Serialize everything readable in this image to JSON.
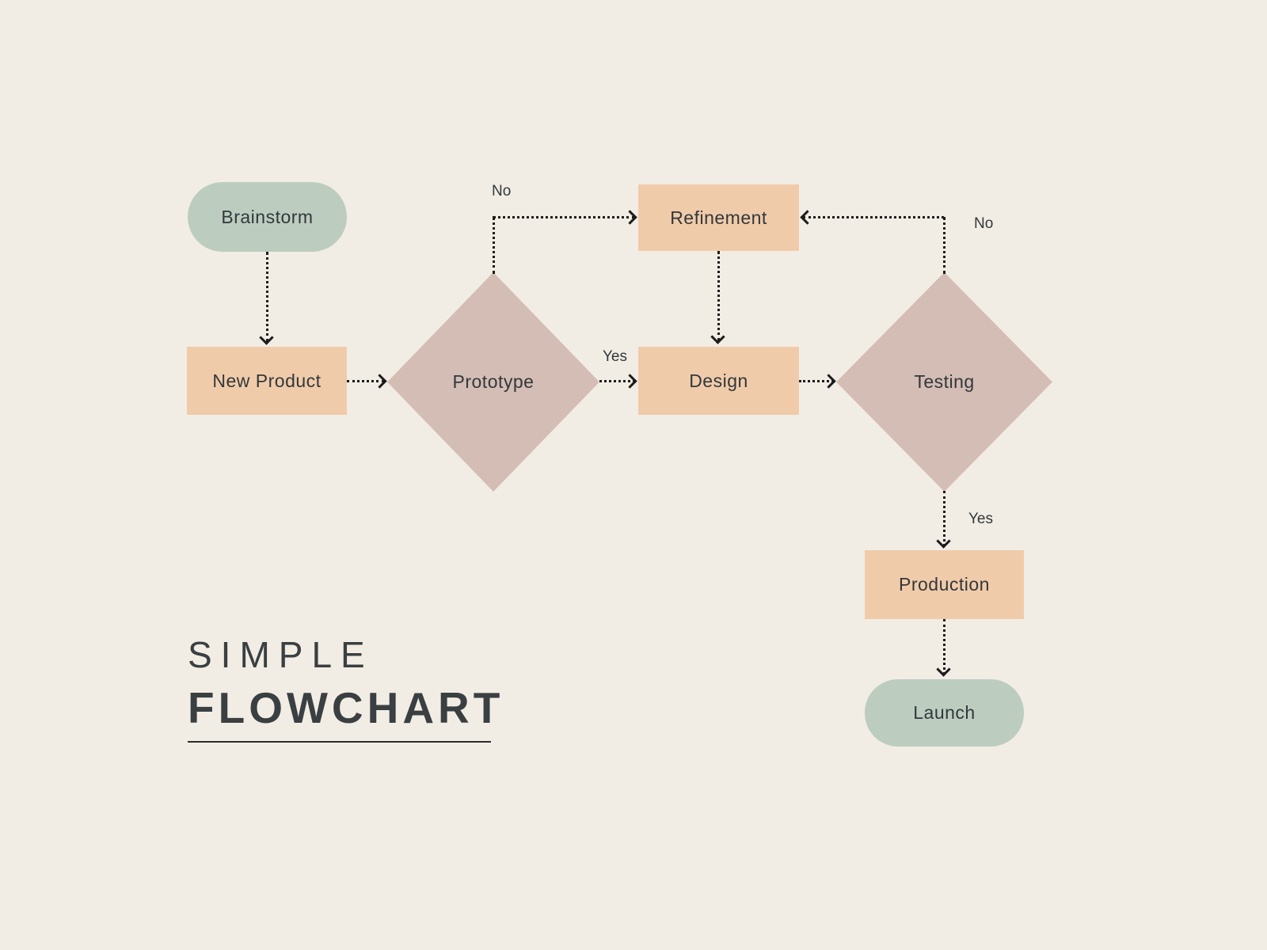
{
  "title": {
    "line1": "SIMPLE",
    "line2": "FLOWCHART"
  },
  "nodes": {
    "brainstorm": {
      "label": "Brainstorm",
      "type": "terminator"
    },
    "new_product": {
      "label": "New Product",
      "type": "process"
    },
    "prototype": {
      "label": "Prototype",
      "type": "decision"
    },
    "refinement": {
      "label": "Refinement",
      "type": "process"
    },
    "design": {
      "label": "Design",
      "type": "process"
    },
    "testing": {
      "label": "Testing",
      "type": "decision"
    },
    "production": {
      "label": "Production",
      "type": "process"
    },
    "launch": {
      "label": "Launch",
      "type": "terminator"
    }
  },
  "edges": [
    {
      "from": "Brainstorm",
      "to": "New Product",
      "label": ""
    },
    {
      "from": "New Product",
      "to": "Prototype",
      "label": ""
    },
    {
      "from": "Prototype",
      "to": "Design",
      "label": "Yes"
    },
    {
      "from": "Prototype",
      "to": "Refinement",
      "label": "No"
    },
    {
      "from": "Refinement",
      "to": "Design",
      "label": ""
    },
    {
      "from": "Design",
      "to": "Testing",
      "label": ""
    },
    {
      "from": "Testing",
      "to": "Refinement",
      "label": "No"
    },
    {
      "from": "Testing",
      "to": "Production",
      "label": "Yes"
    },
    {
      "from": "Production",
      "to": "Launch",
      "label": ""
    }
  ],
  "colors": {
    "background": "#f2ede4",
    "terminator": "#bccdc0",
    "process": "#f0cbaa",
    "decision": "#d4bdb5",
    "text": "#32383b",
    "line": "#1c1c1c",
    "title": "#3a3f41"
  }
}
